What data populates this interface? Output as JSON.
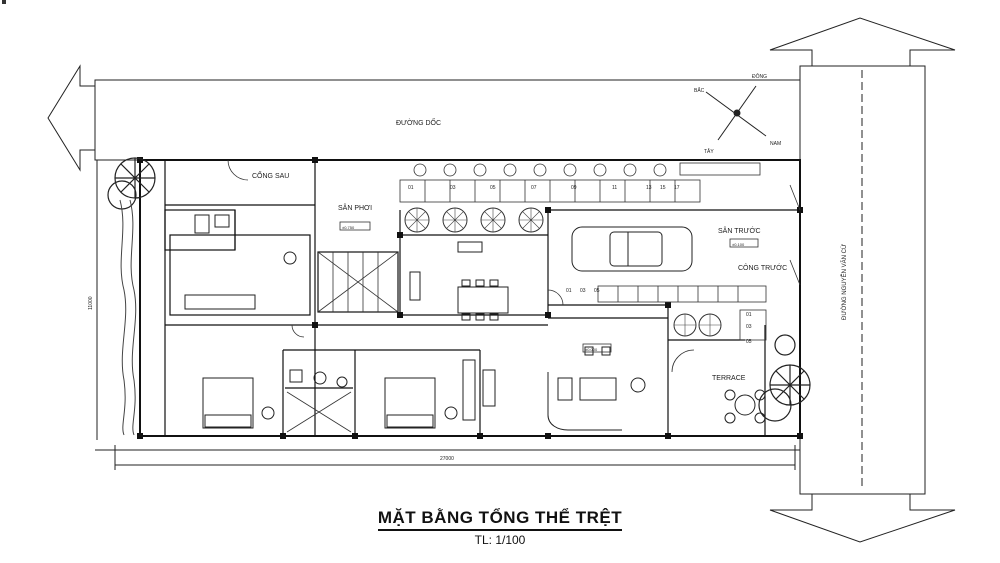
{
  "title": "MẶT BẰNG TỔNG THỂ TRỆT",
  "scale": "TL: 1/100",
  "labels": {
    "duong_doc": "ĐƯỜNG DỐC",
    "cong_sau": "CỔNG SAU",
    "san_phoi": "SÂN PHƠI",
    "san_truoc": "SÂN TRƯỚC",
    "cong_truoc": "CÔNG TRƯỚC",
    "terrace": "TERRACE",
    "street": "ĐƯỜNG NGUYỄN VĂN CỪ",
    "dim_width": "27000",
    "dim_height": "11000"
  },
  "compass": {
    "north": "BẮC",
    "east": "ĐÔNG",
    "south": "NAM",
    "west": "TÂY"
  },
  "stair_steps": [
    "01",
    "03",
    "05",
    "07",
    "09",
    "11",
    "13",
    "15",
    "17"
  ],
  "level_tags": [
    "±0.750",
    "±0.100",
    "±0.000"
  ],
  "entry_steps": [
    "01",
    "03",
    "05"
  ],
  "side_steps": [
    "01",
    "03",
    "05"
  ]
}
